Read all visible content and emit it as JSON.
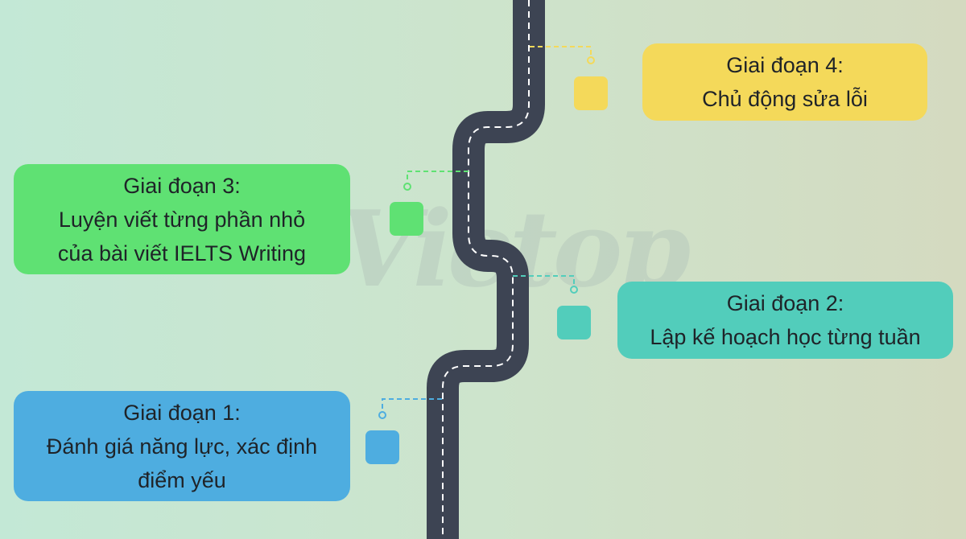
{
  "watermark": "Vietop",
  "stages": [
    {
      "title": "Giai đoạn 1:",
      "lines": [
        "Đánh giá năng lực, xác định",
        "điểm yếu"
      ],
      "color": "#4eade0"
    },
    {
      "title": "Giai đoạn 2:",
      "lines": [
        "Lập kế hoạch học từng tuần"
      ],
      "color": "#52cdbb"
    },
    {
      "title": "Giai đoạn 3:",
      "lines": [
        "Luyện viết từng phần nhỏ",
        "của bài viết IELTS Writing"
      ],
      "color": "#5fe173"
    },
    {
      "title": "Giai đoạn 4:",
      "lines": [
        "Chủ động sửa lỗi"
      ],
      "color": "#f4d95a"
    }
  ],
  "colors": {
    "road": "#3d4453",
    "road_dash": "#ffffff"
  }
}
